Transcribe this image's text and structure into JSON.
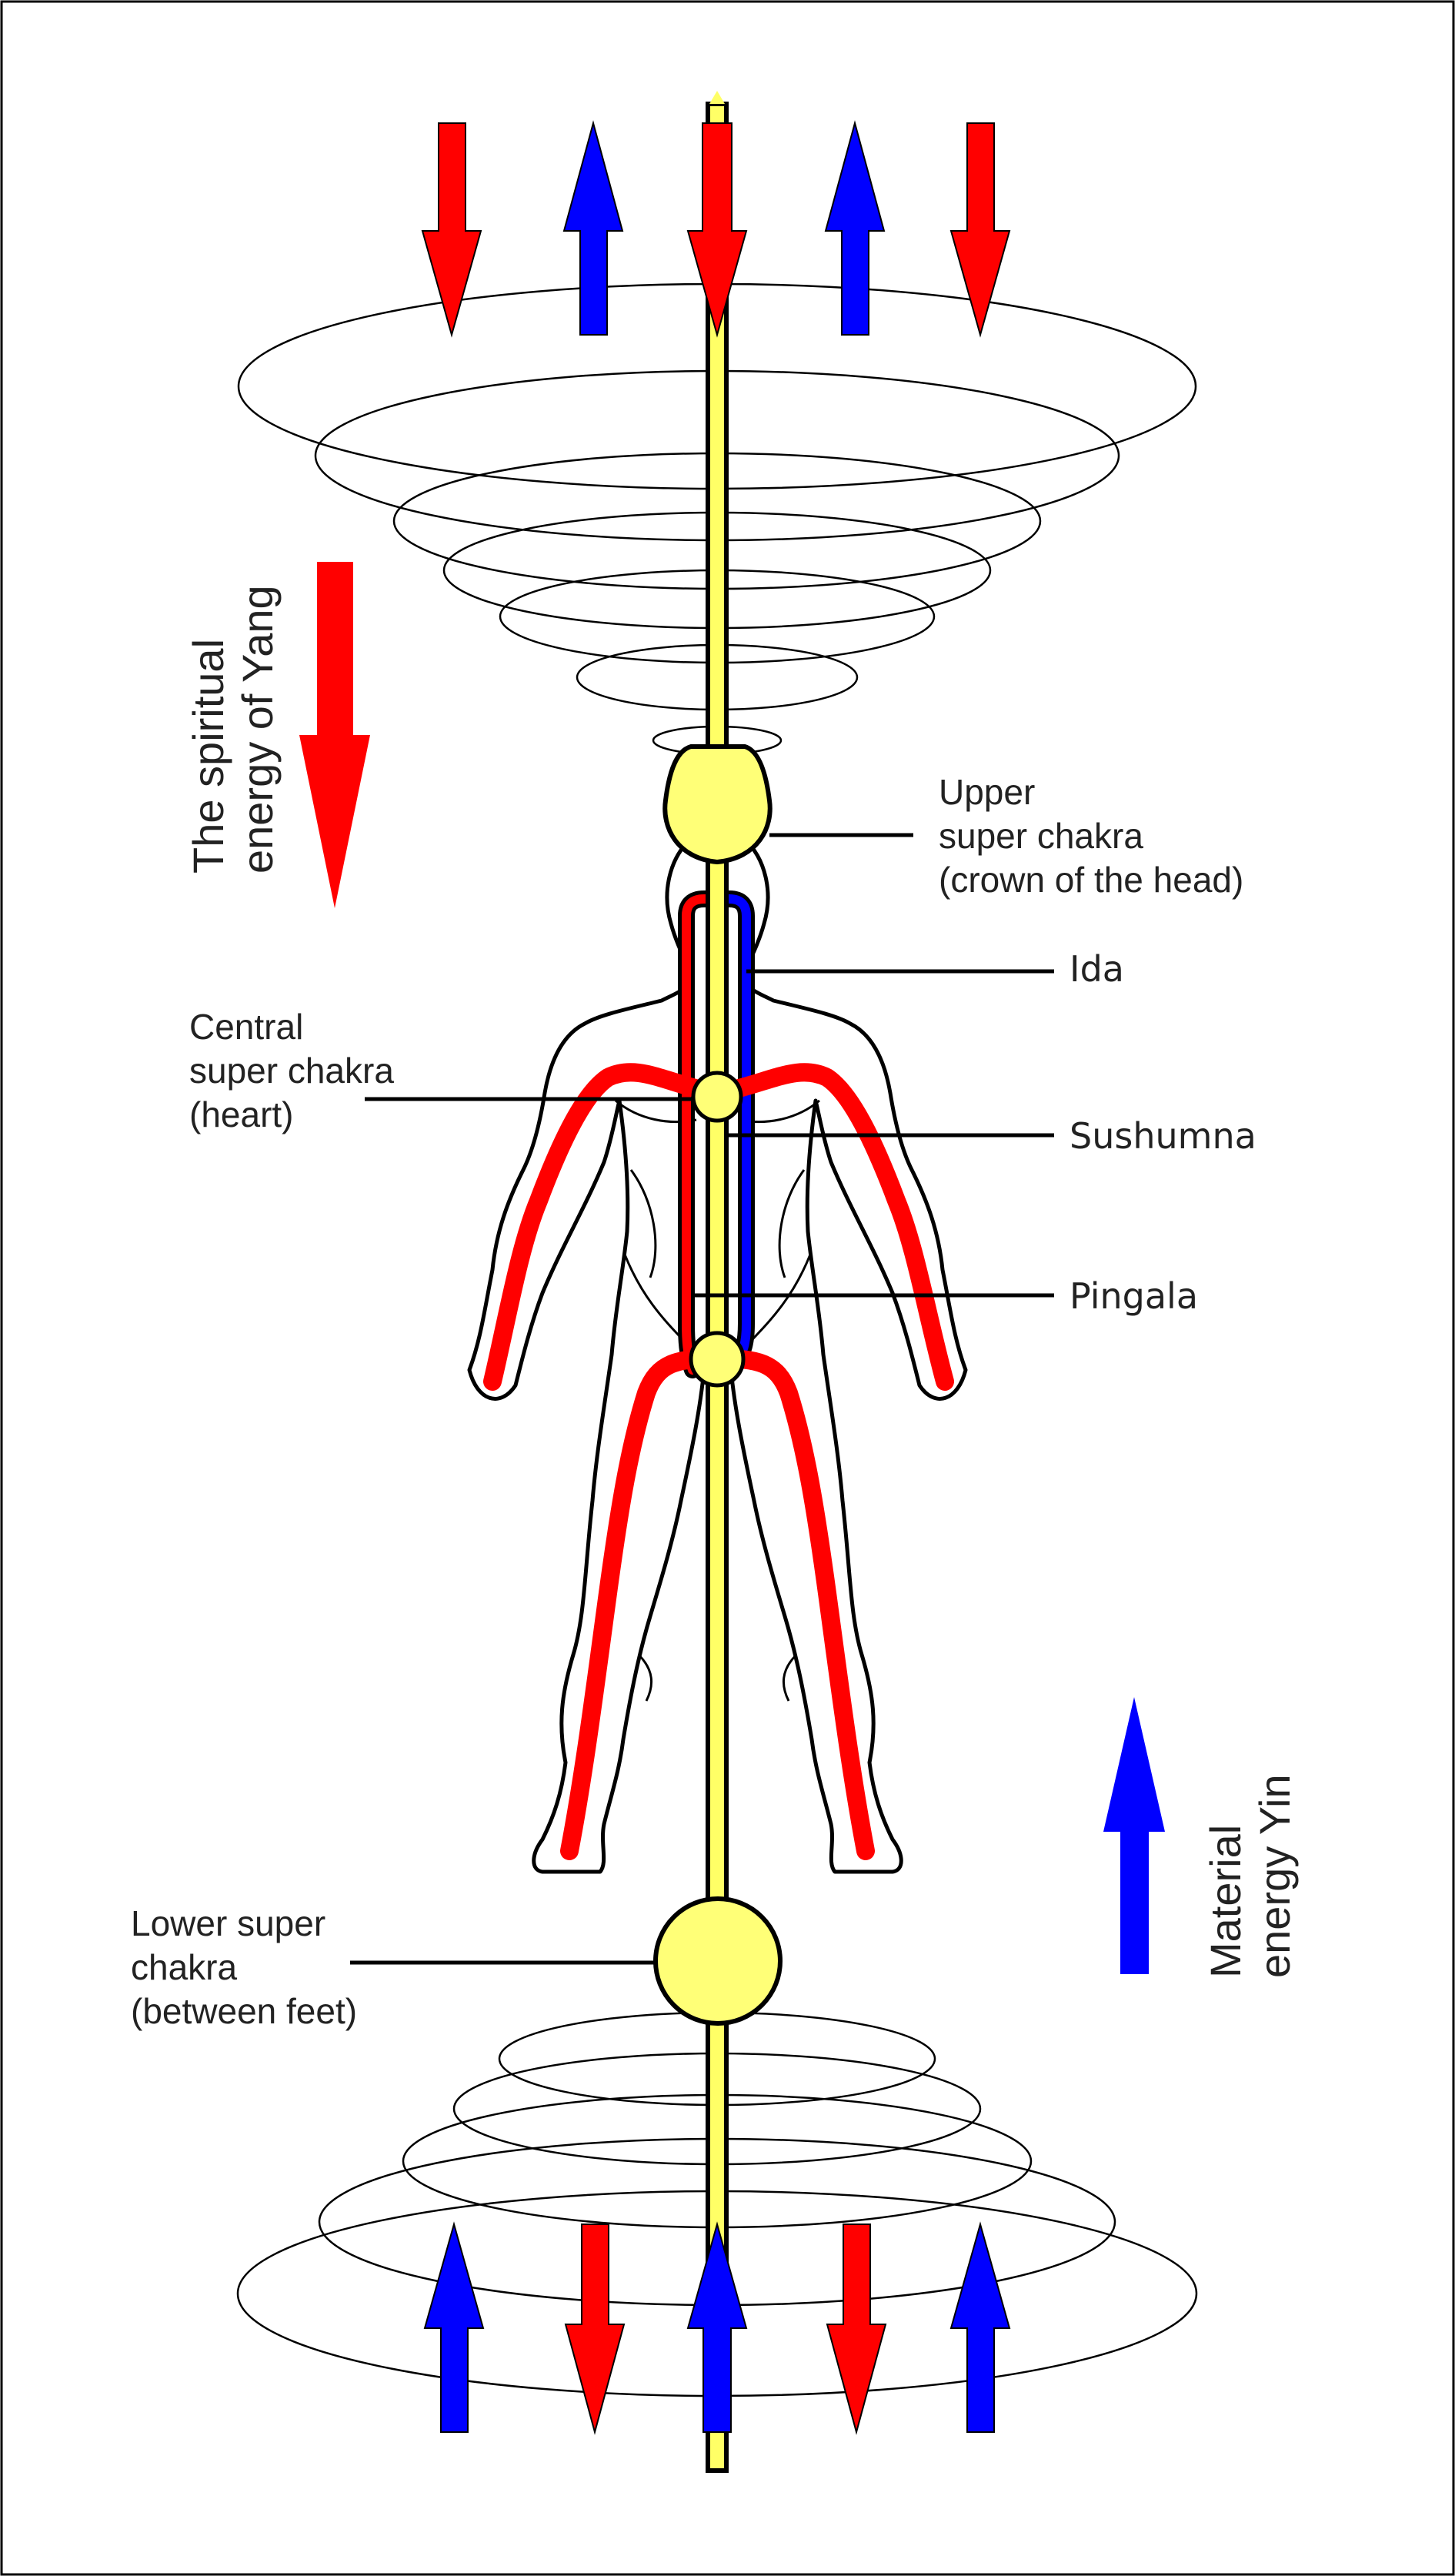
{
  "labels": {
    "upper": [
      "Upper",
      "super chakra",
      "(crown of the head)"
    ],
    "ida": "Ida",
    "central": [
      "Central",
      "super chakra",
      "(heart)"
    ],
    "sushumna": "Sushumna",
    "pingala": "Pingala",
    "lower": [
      "Lower super",
      "chakra",
      "(between feet)"
    ],
    "yang": [
      "The spiritual",
      "energy of Yang"
    ],
    "yin": [
      "Material",
      "energy Yin"
    ]
  },
  "colors": {
    "yang": "#ff0000",
    "yin": "#0000ff",
    "chakra": "#ffff77",
    "channel": "#ffff66",
    "outline": "#000000"
  }
}
